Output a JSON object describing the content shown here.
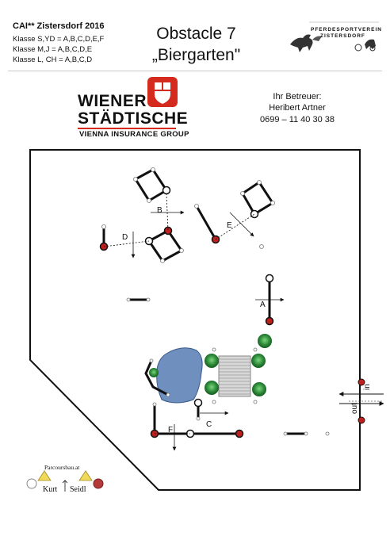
{
  "header": {
    "competition": "CAI** Zistersdorf 2016",
    "classes": [
      "Klasse S,YD = A,B,C,D,E,F",
      "Klasse M,J = A,B,C,D,E",
      "Klasse L, CH = A,B,C,D"
    ],
    "obstacle_title": "Obstacle 7",
    "obstacle_name": "„Biergarten\""
  },
  "club_logo": {
    "name": "PFERDESPORTVEREIN",
    "town": "ZISTERSDORF"
  },
  "sponsor": {
    "line1": "WIENER",
    "line2": "STÄDTISCHE",
    "tagline": "VIENNA INSURANCE GROUP",
    "brand_color": "#d52b1e"
  },
  "contact": {
    "label": "Ihr Betreuer:",
    "name": "Heribert Artner",
    "phone": "0699 – 11 40 30 38"
  },
  "course": {
    "gates": [
      "A",
      "B",
      "C",
      "D",
      "E",
      "F"
    ],
    "entry_label": "in",
    "exit_label": "out",
    "colors": {
      "red_marker": "#c0201d",
      "white_marker": "#ffffff",
      "pond": "#6f8fbf",
      "tree": "#2e8b3a"
    }
  },
  "footer_logo": {
    "site": "Parcoursbau.at",
    "first_name": "Kurt",
    "last_name": "Seidl"
  }
}
